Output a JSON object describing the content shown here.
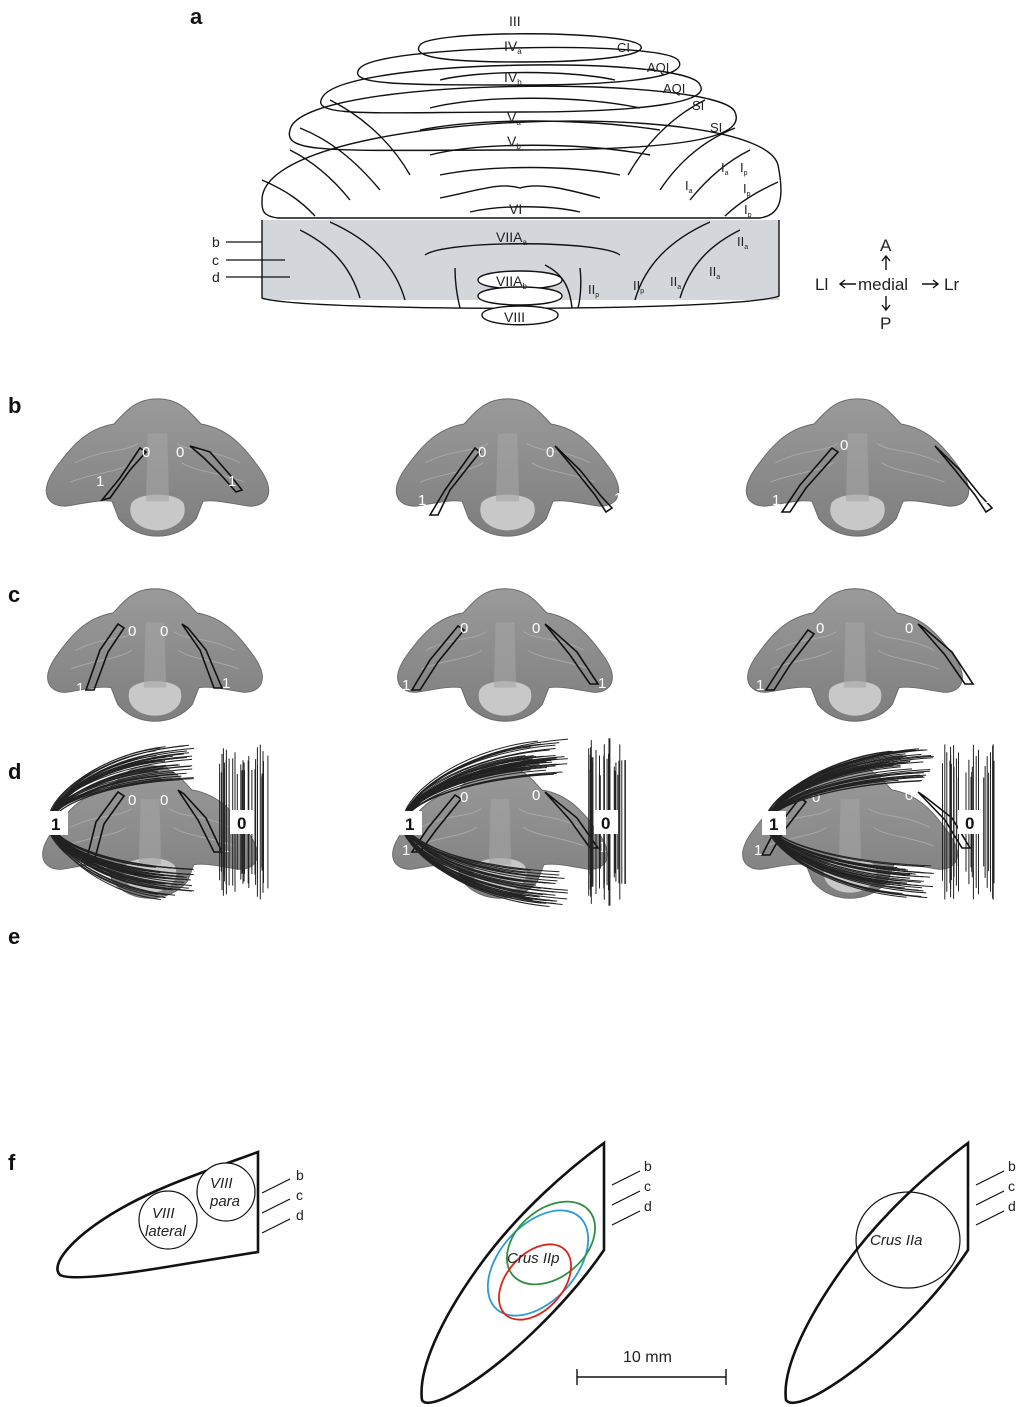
{
  "panels": {
    "a": "a",
    "b": "b",
    "c": "c",
    "d": "d",
    "e": "e",
    "f": "f"
  },
  "lobules": {
    "III": "III",
    "IVa": "IV",
    "IVa_sub": "a",
    "IVb": "IV",
    "IVb_sub": "b",
    "Va": "V",
    "Va_sub": "a",
    "Vb": "V",
    "Vb_sub": "b",
    "VI": "VI",
    "VIIAa": "VIIA",
    "VIIAa_sub": "a",
    "VIIAb": "VIIA",
    "VIIAb_sub": "b",
    "VIII": "VIII"
  },
  "lobule_side": {
    "CI": "CI",
    "AQI1": "AQI",
    "AQI2": "AQI",
    "SI1": "SI",
    "SI2": "SI",
    "Ia": "I",
    "Ia_sub": "a",
    "Ia2": "I",
    "Ia2_sub": "a",
    "Ip1": "I",
    "Ip1_sub": "p",
    "Ip2": "I",
    "Ip2_sub": "p",
    "Ip3": "I",
    "Ip3_sub": "p",
    "IIa1": "II",
    "IIa1_sub": "a",
    "IIa2": "II",
    "IIa2_sub": "a",
    "IIa3": "II",
    "IIa3_sub": "a",
    "IIp1": "II",
    "IIp1_sub": "p",
    "IIp2": "II",
    "IIp2_sub": "p"
  },
  "section_lines": {
    "b": "b",
    "c": "c",
    "d": "d"
  },
  "orientation": {
    "A": "A",
    "P": "P",
    "Ll": "Ll",
    "Lr": "Lr",
    "medial": "medial"
  },
  "slice_markers": {
    "zero": "0",
    "one": "1"
  },
  "path_boxes": {
    "one": "1",
    "zero": "0"
  },
  "regions": {
    "viii": "VIII",
    "lateral": "lateral",
    "para": "para",
    "crus_iip": "Crus IIp",
    "crus_iia": "Crus IIa"
  },
  "scale_bar": "10 mm",
  "colors": {
    "gray_band": "#d3d6db",
    "blue": "#2a9ad8",
    "green": "#2f8f3f",
    "red": "#d9261c",
    "slice_fill": "#8f8f8f"
  }
}
